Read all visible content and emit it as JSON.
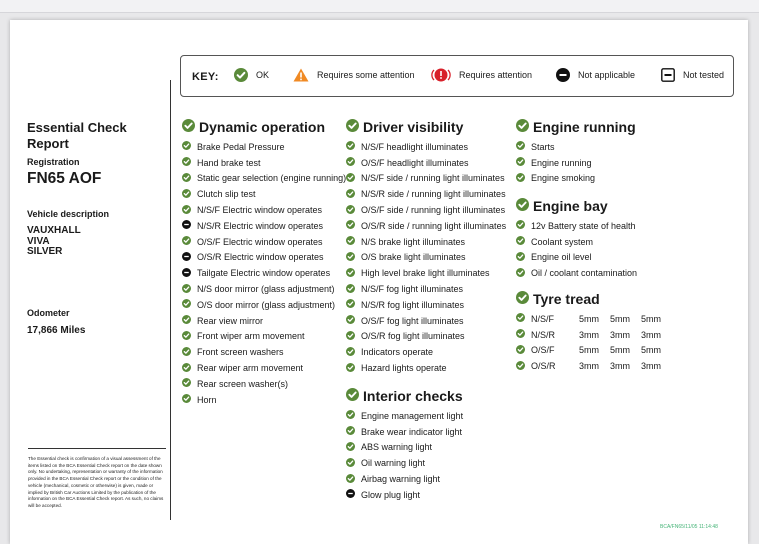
{
  "key": {
    "title": "KEY:",
    "items": [
      {
        "icon": "check-icon",
        "label": "OK"
      },
      {
        "icon": "warning-triangle-icon",
        "label": "Requires some attention"
      },
      {
        "icon": "alert-icon",
        "label": "Requires attention"
      },
      {
        "icon": "not-applicable-icon",
        "label": "Not applicable"
      },
      {
        "icon": "not-tested-icon",
        "label": "Not tested"
      }
    ]
  },
  "colors": {
    "ok_green": "#5a8a3a",
    "warning_orange": "#f08a24",
    "alert_red": "#d8202a",
    "black": "#111111"
  },
  "report": {
    "title": "Essential Check Report",
    "registration_label": "Registration",
    "registration": "FN65 AOF",
    "vehicle_description_label": "Vehicle description",
    "vehicle_lines": [
      "VAUXHALL",
      "VIVA",
      "SILVER"
    ],
    "odometer_label": "Odometer",
    "odometer": "17,866 Miles",
    "disclaimer": "The Essential check is confirmation of a visual assessment of the items listed on the BCA Essential Check report on the date shown only. No undertaking, representation or warranty of the information provided in the BCA Essential Check report or the condition of the vehicle (mechanical, cosmetic or otherwise) is given, made or implied by British Car Auctions Limited by the publication of the information on the BCA Essential Check report. As such, no claims will be accepted.",
    "footnote": "BCA/FN65/11/05 11:14:48"
  },
  "sections": {
    "dynamic": {
      "title": "Dynamic operation",
      "items": [
        {
          "label": "Brake Pedal Pressure",
          "status": "ok"
        },
        {
          "label": "Hand brake test",
          "status": "ok"
        },
        {
          "label": "Static gear selection (engine running)",
          "status": "ok"
        },
        {
          "label": "Clutch slip test",
          "status": "ok"
        },
        {
          "label": "N/S/F Electric window operates",
          "status": "ok"
        },
        {
          "label": "N/S/R Electric window operates",
          "status": "na"
        },
        {
          "label": "O/S/F Electric window operates",
          "status": "ok"
        },
        {
          "label": "O/S/R Electric window operates",
          "status": "na"
        },
        {
          "label": "Tailgate Electric window operates",
          "status": "na"
        },
        {
          "label": "N/S door mirror (glass adjustment)",
          "status": "ok"
        },
        {
          "label": "O/S door mirror (glass adjustment)",
          "status": "ok"
        },
        {
          "label": "Rear view mirror",
          "status": "ok"
        },
        {
          "label": "Front wiper arm movement",
          "status": "ok"
        },
        {
          "label": "Front screen washers",
          "status": "ok"
        },
        {
          "label": "Rear wiper arm movement",
          "status": "ok"
        },
        {
          "label": "Rear screen washer(s)",
          "status": "ok"
        },
        {
          "label": "Horn",
          "status": "ok"
        }
      ]
    },
    "visibility": {
      "title": "Driver visibility",
      "items": [
        {
          "label": "N/S/F headlight illuminates",
          "status": "ok"
        },
        {
          "label": "O/S/F headlight illuminates",
          "status": "ok"
        },
        {
          "label": "N/S/F side / running light illuminates",
          "status": "ok"
        },
        {
          "label": "N/S/R side / running light illuminates",
          "status": "ok"
        },
        {
          "label": "O/S/F side / running light illuminates",
          "status": "ok"
        },
        {
          "label": "O/S/R side / running light illuminates",
          "status": "ok"
        },
        {
          "label": "N/S brake light illuminates",
          "status": "ok"
        },
        {
          "label": "O/S brake light illuminates",
          "status": "ok"
        },
        {
          "label": "High level brake light illuminates",
          "status": "ok"
        },
        {
          "label": "N/S/F fog light illuminates",
          "status": "ok"
        },
        {
          "label": "N/S/R fog light illuminates",
          "status": "ok"
        },
        {
          "label": "O/S/F fog light illuminates",
          "status": "ok"
        },
        {
          "label": "O/S/R fog light illuminates",
          "status": "ok"
        },
        {
          "label": "Indicators operate",
          "status": "ok"
        },
        {
          "label": "Hazard lights operate",
          "status": "ok"
        }
      ]
    },
    "interior": {
      "title": "Interior checks",
      "items": [
        {
          "label": "Engine management light",
          "status": "ok"
        },
        {
          "label": "Brake wear indicator light",
          "status": "ok"
        },
        {
          "label": "ABS warning light",
          "status": "ok"
        },
        {
          "label": "Oil warning light",
          "status": "ok"
        },
        {
          "label": "Airbag warning light",
          "status": "ok"
        },
        {
          "label": "Glow plug light",
          "status": "na"
        }
      ]
    },
    "engine_running": {
      "title": "Engine running",
      "items": [
        {
          "label": "Starts",
          "status": "ok"
        },
        {
          "label": "Engine running",
          "status": "ok"
        },
        {
          "label": "Engine smoking",
          "status": "ok"
        }
      ]
    },
    "engine_bay": {
      "title": "Engine bay",
      "items": [
        {
          "label": "12v Battery state of health",
          "status": "ok"
        },
        {
          "label": "Coolant system",
          "status": "ok"
        },
        {
          "label": "Engine oil level",
          "status": "ok"
        },
        {
          "label": "Oil / coolant contamination",
          "status": "ok"
        }
      ]
    },
    "tyres": {
      "title": "Tyre tread",
      "rows": [
        {
          "pos": "N/S/F",
          "values": [
            "5mm",
            "5mm",
            "5mm"
          ],
          "status": "ok"
        },
        {
          "pos": "N/S/R",
          "values": [
            "3mm",
            "3mm",
            "3mm"
          ],
          "status": "ok"
        },
        {
          "pos": "O/S/F",
          "values": [
            "5mm",
            "5mm",
            "5mm"
          ],
          "status": "ok"
        },
        {
          "pos": "O/S/R",
          "values": [
            "3mm",
            "3mm",
            "3mm"
          ],
          "status": "ok"
        }
      ]
    }
  }
}
